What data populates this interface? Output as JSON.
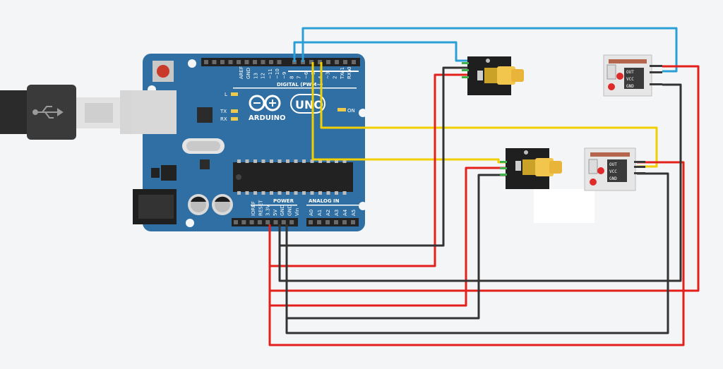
{
  "board": {
    "brand": "ARDUINO",
    "model": "UNO",
    "digital_header": "DIGITAL (PWM~)",
    "power_header": "POWER",
    "analog_header": "ANALOG IN",
    "on_label": "ON",
    "led_l": "L",
    "led_tx": "TX",
    "led_rx": "RX",
    "digital_pins": [
      "AREF",
      "GND",
      "13",
      "12",
      "~11",
      "~10",
      "~9",
      "8",
      "7",
      "~6",
      "~5",
      "4",
      "~3",
      "2",
      "TX▸1",
      "RX◂0"
    ],
    "power_pins": [
      "IOREF",
      "RESET",
      "3.3V",
      "5V",
      "GND",
      "GND",
      "Vin"
    ],
    "analog_pins": [
      "A0",
      "A1",
      "A2",
      "A3",
      "A4",
      "A5"
    ]
  },
  "receiver_module": {
    "pins": [
      "OUT",
      "VCC",
      "GND"
    ]
  },
  "colors": {
    "board": "#2f6fa3",
    "wire_red": "#e3201b",
    "wire_black": "#333333",
    "wire_blue": "#2a9fd6",
    "wire_yellow": "#f2cf00"
  }
}
